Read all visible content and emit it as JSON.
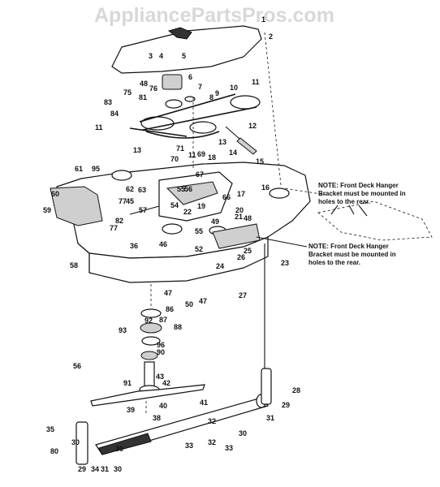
{
  "watermark": "AppliancePartsPros.com",
  "notes": [
    {
      "line1": "NOTE: Front Deck Hanger",
      "line2": "Bracket must be mounted in",
      "line3": "holes to the rear."
    },
    {
      "line1": "NOTE: Front Deck Hanger",
      "line2": "Bracket must be mounted in",
      "line3": "holes to the rear."
    }
  ],
  "part_labels": [
    "1",
    "2",
    "3",
    "4",
    "5",
    "6",
    "7",
    "8",
    "9",
    "10",
    "11",
    "75",
    "48",
    "76",
    "83",
    "81",
    "84",
    "11",
    "13",
    "71",
    "70",
    "11",
    "13",
    "12",
    "69",
    "14",
    "18",
    "15",
    "95",
    "67",
    "17",
    "61",
    "16",
    "60",
    "62",
    "63",
    "55",
    "54",
    "56",
    "66",
    "59",
    "77",
    "45",
    "57",
    "19",
    "20",
    "21",
    "82",
    "49",
    "48",
    "77",
    "22",
    "55",
    "36",
    "46",
    "52",
    "24",
    "26",
    "25",
    "23",
    "58",
    "47",
    "50",
    "47",
    "27",
    "86",
    "92",
    "87",
    "93",
    "88",
    "96",
    "90",
    "56",
    "42",
    "43",
    "91",
    "41",
    "40",
    "39",
    "38",
    "28",
    "29",
    "35",
    "30",
    "31",
    "80",
    "30",
    "32",
    "33",
    "32",
    "30",
    "33",
    "29",
    "34",
    "31",
    "30"
  ]
}
